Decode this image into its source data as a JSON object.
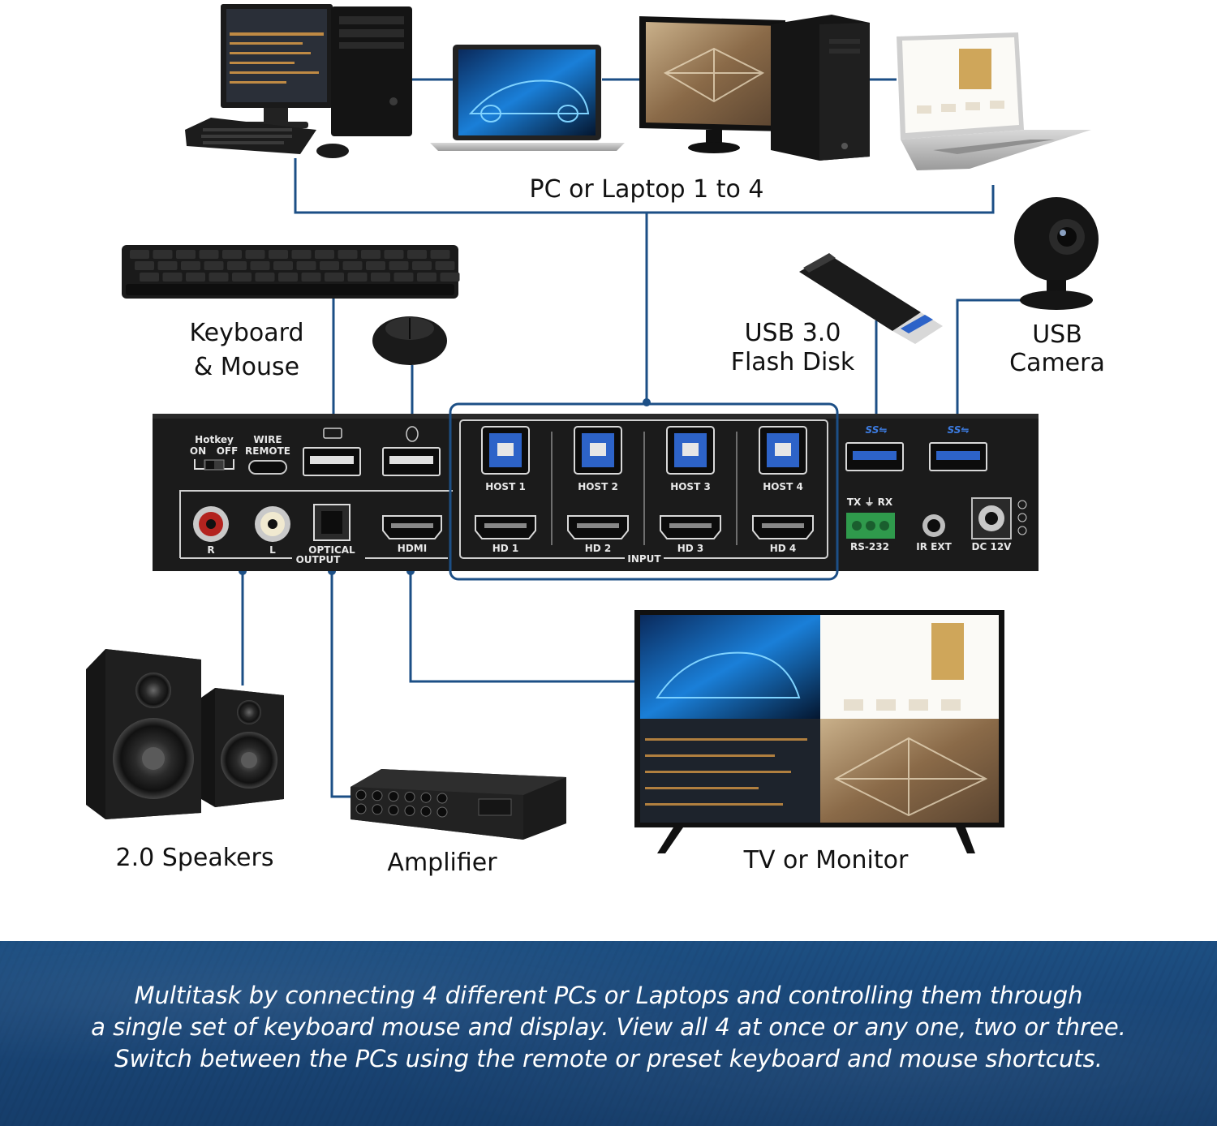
{
  "labels": {
    "pcs": "PC or Laptop 1 to 4",
    "keyboard_mouse": [
      "Keyboard",
      "& Mouse"
    ],
    "usb_flash": [
      "USB 3.0",
      "Flash Disk"
    ],
    "usb_camera": [
      "USB",
      "Camera"
    ],
    "speakers": "2.0 Speakers",
    "amplifier": "Amplifier",
    "tv": "TV or Monitor"
  },
  "device": {
    "hotkey": "Hotkey",
    "on": "ON",
    "off": "OFF",
    "wire_remote": [
      "WIRE",
      "REMOTE"
    ],
    "hosts": [
      "HOST 1",
      "HOST 2",
      "HOST 3",
      "HOST 4"
    ],
    "hdmi_inputs": [
      "HD 1",
      "HD 2",
      "HD 3",
      "HD 4"
    ],
    "input": "INPUT",
    "r": "R",
    "l": "L",
    "optical": "OPTICAL",
    "output": "OUTPUT",
    "hdmi": "HDMI",
    "rs232_pins": "TX ⏚ RX",
    "rs232": "RS-232",
    "ir_ext": "IR EXT",
    "dc": "DC 12V"
  },
  "banner": {
    "lines": [
      "Multitask by connecting 4 different PCs or Laptops and controlling them through",
      "a single set of keyboard mouse and display. View all 4 at once or any one, two or three.",
      "Switch between the PCs using the remote or preset keyboard and mouse shortcuts."
    ]
  },
  "colors": {
    "wire": "#1c4f86",
    "banner": "#1a4677",
    "device": "#1b1b1b",
    "usb3_port": "#2d63c8"
  }
}
